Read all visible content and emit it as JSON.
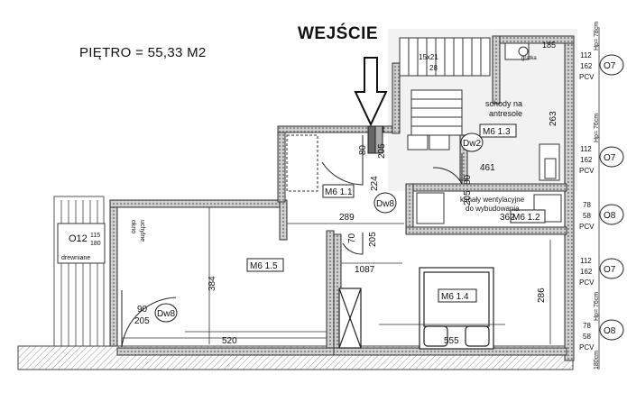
{
  "header": {
    "floor_area": "PIĘTRO = 55,33 M2",
    "entrance": "WEJŚCIE"
  },
  "rooms": {
    "r1_1": "M6 1.1",
    "r1_2": "M6 1.2",
    "r1_3": "M6 1.3",
    "r1_4": "M6 1.4",
    "r1_5": "M6 1.5"
  },
  "doors": {
    "dw2": "Dw2",
    "dw8_top": "Dw8",
    "dw8_bottom": "Dw8"
  },
  "windows": {
    "o7_a": "O7",
    "o7_b": "O7",
    "o7_c": "O7",
    "o8_a": "O8",
    "o8_b": "O8",
    "o12": "O12",
    "pcv": "PCV",
    "v112": "112",
    "v162": "162",
    "v78": "78",
    "v58": "58",
    "hp78": "Hp= 78cm",
    "hp76": "Hp= 76cm",
    "v180": "180cm"
  },
  "labels": {
    "stairs": "schody na",
    "stairs2": "antresole",
    "kanaly": "kanały wentylacyjne",
    "kanaly2": "do wybudowania",
    "okno": "okno",
    "uchylne": "uchylne",
    "drewniane": "drewniane",
    "stairs_dim": "15x21",
    "stairs_count": "28",
    "gratka": "gratka"
  },
  "dimensions": {
    "d80a": "80",
    "d205a": "205",
    "d224": "224",
    "d289": "289",
    "d461": "461",
    "d263": "263",
    "d80b": "80",
    "d205b": "205",
    "d362": "362",
    "d70": "70",
    "d205c": "205",
    "d1087": "1087",
    "d384": "384",
    "d520": "520",
    "d90": "90",
    "d205d": "205",
    "d286": "286",
    "d555": "555",
    "d115": "115",
    "d180": "180",
    "d185": "185"
  }
}
